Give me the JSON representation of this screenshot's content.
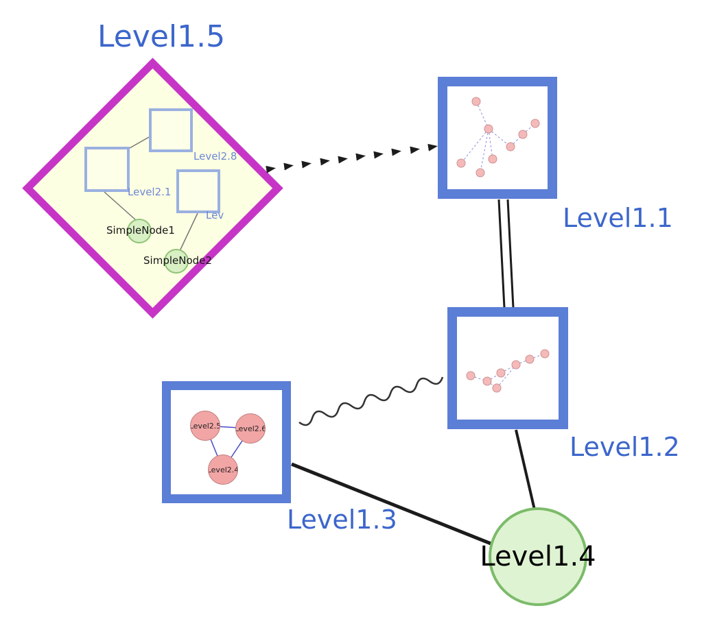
{
  "diagram": {
    "colors": {
      "label_blue": "#3c66cb",
      "group_border_blue": "#5b7ed6",
      "inner_square_border_blue": "#9ab0e0",
      "diamond_border_magenta": "#c635c6",
      "diamond_fill_yellow": "#fdffe2",
      "green_node_fill": "#def3d2",
      "green_node_border": "#7cbb6a",
      "pink_node_fill": "#f2a5a5",
      "pink_node_border": "#bf7d7d",
      "edge_black": "#1c1c1c",
      "mini_edge_blue": "#8890dc"
    },
    "nodes": {
      "level1_5": {
        "label": "Level1.5",
        "shape": "diamond-group"
      },
      "level1_1": {
        "label": "Level1.1",
        "shape": "square-group"
      },
      "level1_2": {
        "label": "Level1.2",
        "shape": "square-group"
      },
      "level1_3": {
        "label": "Level1.3",
        "shape": "square-group"
      },
      "level1_4": {
        "label": "Level1.4",
        "shape": "green-circle"
      },
      "level2_8": {
        "label": "Level2.8",
        "parent": "level1_5"
      },
      "level2_1": {
        "label": "Level2.1",
        "parent": "level1_5"
      },
      "level2_x": {
        "label": "Lev",
        "parent": "level1_5"
      },
      "simple_node1": {
        "label": "SimpleNode1",
        "parent": "level1_5"
      },
      "simple_node2": {
        "label": "SimpleNode2",
        "parent": "level1_5"
      },
      "level2_5": {
        "label": "Level2.5",
        "parent": "level1_3"
      },
      "level2_6": {
        "label": "Level2.6",
        "parent": "level1_3"
      },
      "level2_4": {
        "label": "Level2.4",
        "parent": "level1_3"
      }
    },
    "edges": [
      {
        "from": "level1_5",
        "to": "level1_1",
        "style": "arrowhead-chain"
      },
      {
        "from": "level1_1",
        "to": "level1_2",
        "style": "double-line"
      },
      {
        "from": "level1_3",
        "to": "level1_2",
        "style": "wavy"
      },
      {
        "from": "level1_2",
        "to": "level1_4",
        "style": "solid"
      },
      {
        "from": "level1_3",
        "to": "level1_4",
        "style": "solid"
      },
      {
        "from": "level2_8",
        "to": "level2_1",
        "style": "thin"
      },
      {
        "from": "level2_1",
        "to": "simple_node1",
        "style": "thin"
      },
      {
        "from": "level2_x",
        "to": "simple_node2",
        "style": "thin"
      }
    ]
  }
}
